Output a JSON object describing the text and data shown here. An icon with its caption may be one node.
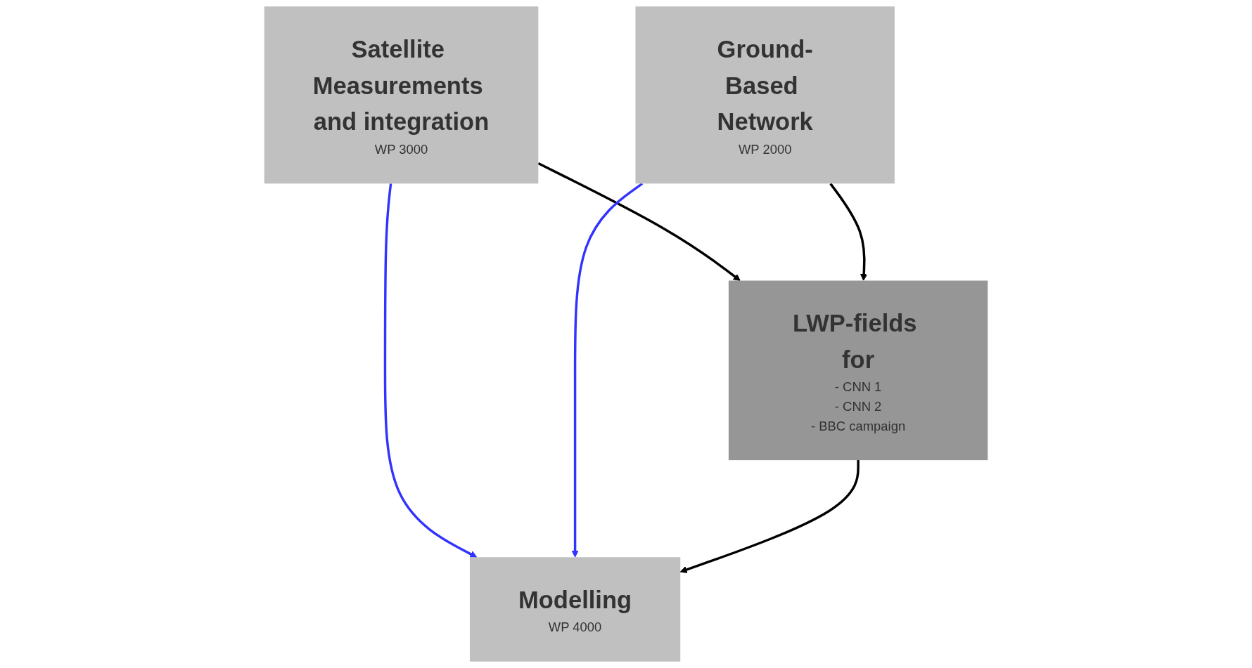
{
  "diagram": {
    "nodes": [
      {
        "text": [
          "Satellite Measurements and integration",
          "WP 3000"
        ]
      },
      {
        "text": [
          "Ground-Based Network",
          "WP 2000"
        ]
      },
      {
        "text": [
          "LWP-fields for",
          "- CNN 1",
          "- CNN 2",
          "- BBC campaign"
        ]
      },
      {
        "text": [
          "Modelling",
          "WP 4000"
        ]
      }
    ],
    "edges": [
      {
        "from": 0,
        "to": 2,
        "arrow": "to"
      },
      {
        "from": 0,
        "to": 3,
        "arrow": "to",
        "color": "#3333ff"
      },
      {
        "from": 1,
        "to": 2,
        "arrow": "to"
      },
      {
        "from": 1,
        "to": 3,
        "arrow": "to",
        "color": "#3333ff"
      },
      {
        "from": 2,
        "to": 3,
        "arrow": "to"
      }
    ]
  }
}
